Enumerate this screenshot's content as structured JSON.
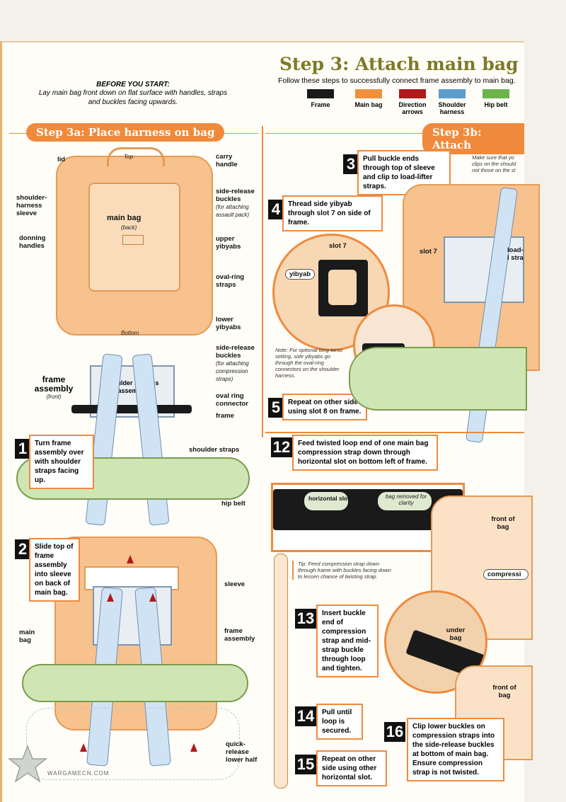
{
  "title": "Step 3: Attach main bag",
  "subtitle": "Follow these steps to successfully connect frame assembly to main bag.",
  "legend": [
    {
      "label": "Frame",
      "color": "#1a1a1a"
    },
    {
      "label": "Main bag",
      "color": "#f0903e"
    },
    {
      "label": "Direction arrows",
      "color": "#b01a1a"
    },
    {
      "label": "Shoulder harness",
      "color": "#5b9ccd"
    },
    {
      "label": "Hip belt",
      "color": "#6cb34a"
    }
  ],
  "before": {
    "heading": "BEFORE YOU START:",
    "text": "Lay main bag front down on flat surface with handles, straps and buckles facing upwards."
  },
  "step3a": {
    "title": "Step 3a: Place harness on bag",
    "labels": {
      "lid": "lid",
      "top": "Top",
      "carry_handle": "carry handle",
      "shoulder_sleeve": "shoulder-harness sleeve",
      "main_bag": "main bag",
      "back": "(back)",
      "donning": "donning handles",
      "side_release": "side-release buckles",
      "side_release_note": "(for attaching assault pack)",
      "upper_yibyabs": "upper yibyabs",
      "oval_ring_straps": "oval-ring straps",
      "lower_yibyabs": "lower yibyabs",
      "bottom": "Bottom",
      "side_release2": "side-release buckles",
      "side_release2_note": "(for attaching compression straps)",
      "frame_assembly": "frame assembly",
      "front": "(front)",
      "shoulder_harness_assembly": "shoulder harness assembly",
      "oval_ring_connector": "oval ring connector",
      "frame": "frame",
      "shoulder_straps": "shoulder straps",
      "hip_belt": "hip belt",
      "sleeve": "sleeve",
      "main_bag2": "main bag",
      "frame_assembly2": "frame assembly",
      "quick_release": "quick-release lower half"
    },
    "step1": {
      "num": "1",
      "text": "Turn frame assembly over with shoulder straps facing up."
    },
    "step2": {
      "num": "2",
      "text": "Slide top of frame assembly into sleeve on back of main bag."
    }
  },
  "step3b": {
    "title": "Step 3b: Attach",
    "step3": {
      "num": "3",
      "text": "Pull buckle ends through top of sleeve and clip to load-lifter straps."
    },
    "make_sure": "Make sure that yo clips on the should not those on the sl",
    "step4": {
      "num": "4",
      "text_a": "Thread side yibyab through",
      "text_b": "slot 7",
      "text_c": "on side of frame."
    },
    "slot7": "slot 7",
    "slot7b": "slot 7",
    "yibyab": "yibyab",
    "load_lifter": "load-l stra",
    "note": "Note: For optional long-torso setting, side yibyabs go through the oval-ring connectors on the shoulder harness.",
    "step5": {
      "num": "5",
      "text_a": "Repeat on other side using",
      "text_b": "slot 8",
      "text_c": "on frame."
    },
    "step12": {
      "num": "12",
      "text_a": "Feed twisted loop end of one main bag compression strap down through",
      "text_b": "horizontal slot",
      "text_c": "on bottom left of frame."
    },
    "horizontal_slot": "horizontal slot",
    "bag_removed": "bag removed for clarity",
    "front_of_bag": "front of bag",
    "compression": "compressi",
    "tip": "Tip: Feed compression strap down through frame with buckles facing down to lessen chance of twisting strap.",
    "step13": {
      "num": "13",
      "text": "Insert buckle end of compression strap and mid-strap buckle through loop and tighten."
    },
    "under_bag": "under bag",
    "step14": {
      "num": "14",
      "text": "Pull until loop is secured."
    },
    "step15": {
      "num": "15",
      "text_a": "Repeat on other side using other",
      "text_b": "horizontal slot."
    },
    "step16": {
      "num": "16",
      "text": "Clip lower buckles on compression straps into the side-release buckles at bottom of main bag. Ensure compression strap is not twisted."
    },
    "front_of_bag2": "front of bag"
  },
  "watermark": "WARGAMECN.COM"
}
